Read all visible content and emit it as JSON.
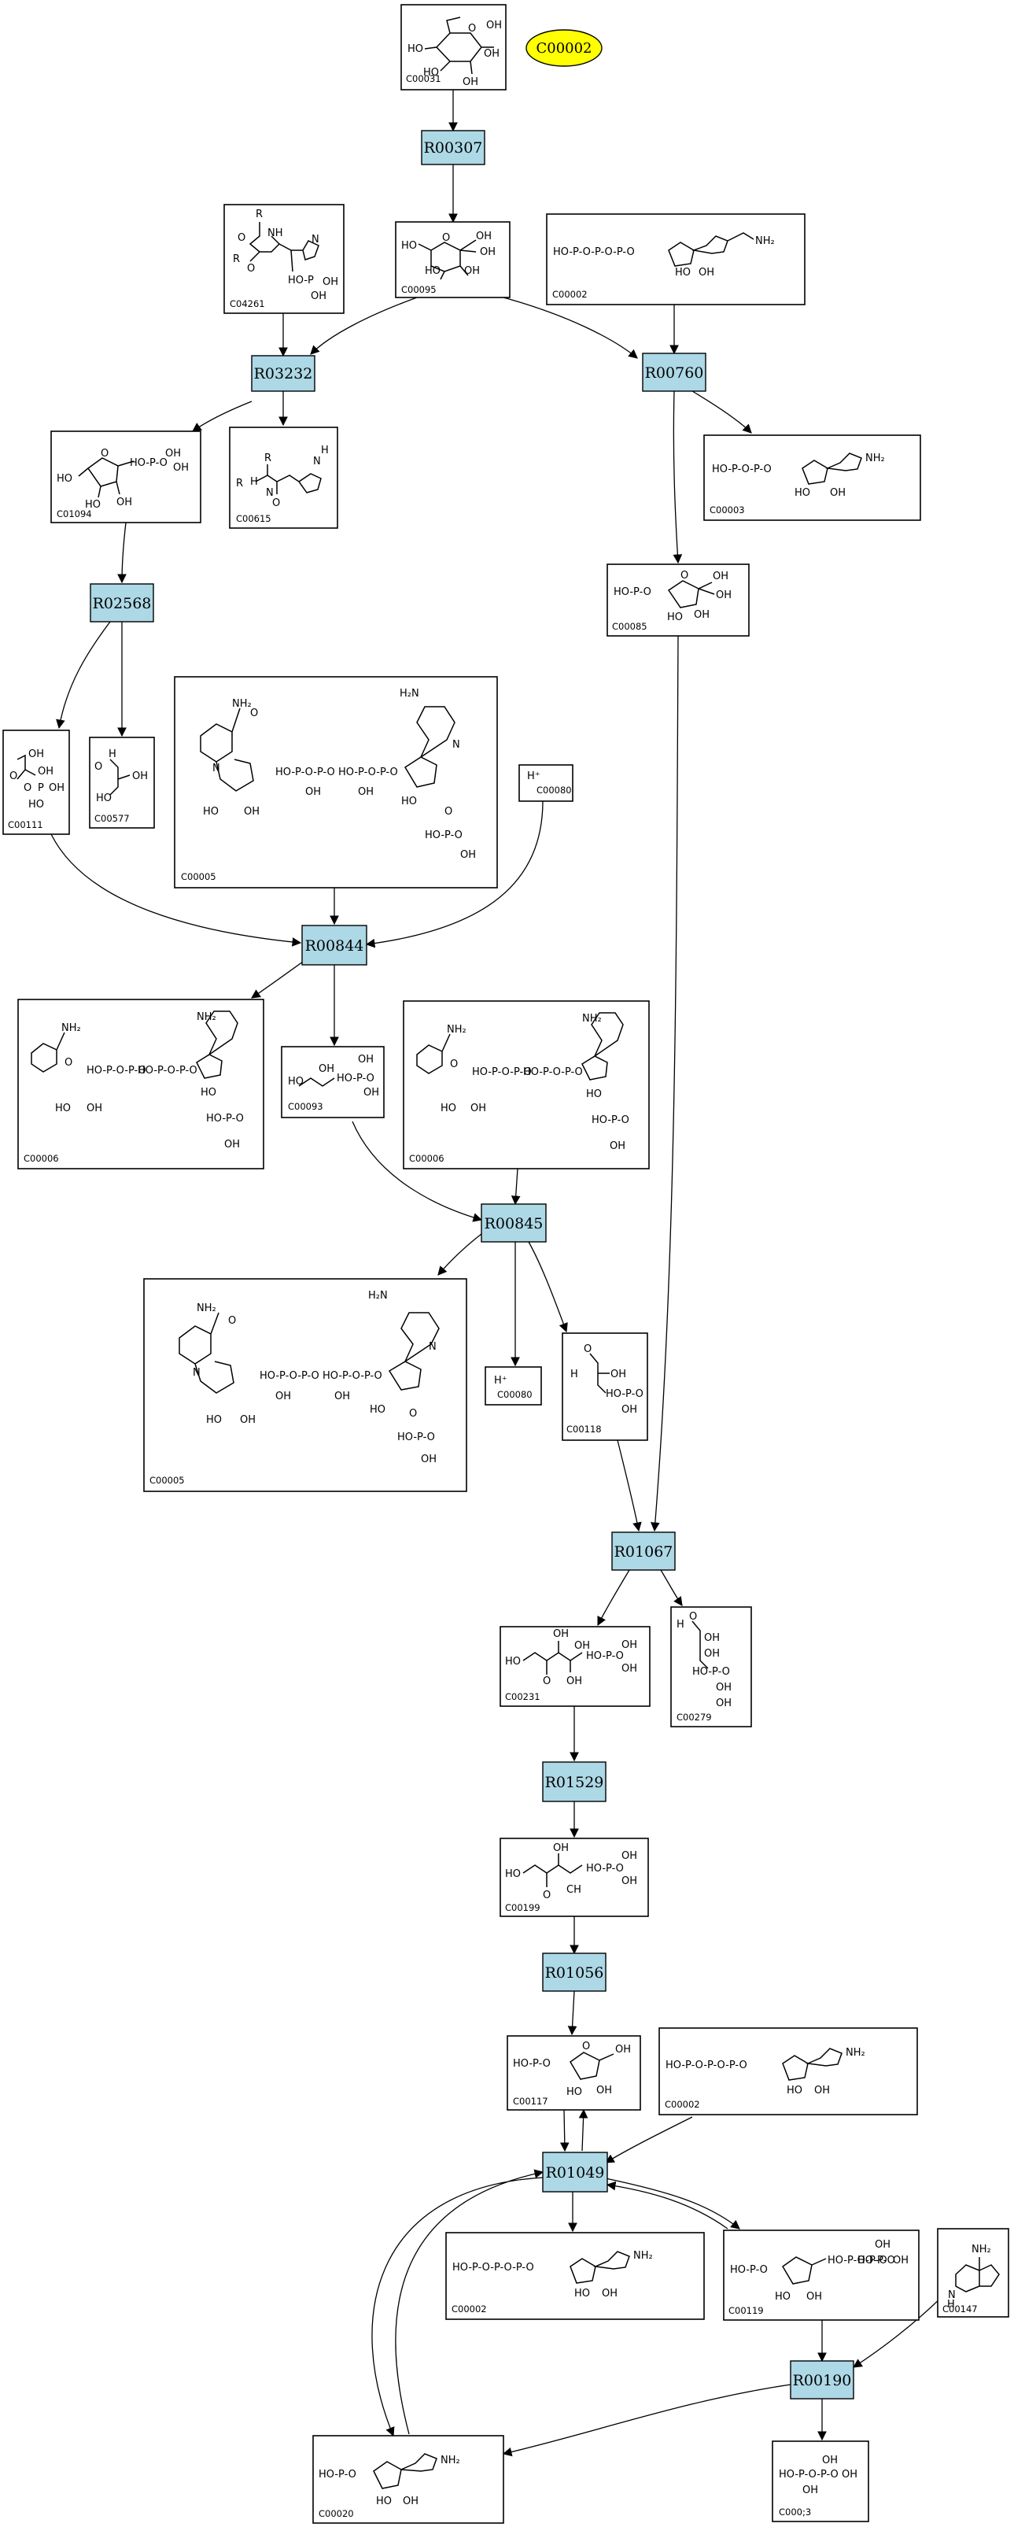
{
  "highlight_compound": "C00002",
  "colors": {
    "reaction_fill": "#add8e6",
    "highlight_fill": "#ffff00",
    "line": "#000000"
  },
  "reactions": [
    "R00307",
    "R03232",
    "R00760",
    "R02568",
    "R00844",
    "R00845",
    "R01067",
    "R01529",
    "R01056",
    "R01049",
    "R00190"
  ],
  "compounds": {
    "c00031": "C00031",
    "c00095": "C00095",
    "c04261": "C04261",
    "c00002_top": "C00002",
    "c01094": "C01094",
    "c00615": "C00615",
    "c00003": "C00003",
    "c00085": "C00085",
    "c00111": "C00111",
    "c00577": "C00577",
    "c00005_a": "C00005",
    "c00080_a": "C00080",
    "c00006_a": "C00006",
    "c00093": "C00093",
    "c00006_b": "C00006",
    "c00005_b": "C00005",
    "c00080_b": "C00080",
    "c00118": "C00118",
    "c00231": "C00231",
    "c00279": "C00279",
    "c00199": "C00199",
    "c00117": "C00117",
    "c00002_mid": "C00002",
    "c00002_low": "C00002",
    "c00119": "C00119",
    "c00147": "C00147",
    "c00020": "C00020",
    "c00013": "C000;3"
  },
  "atoms": {
    "oh": "OH",
    "ho": "HO",
    "o": "O",
    "p": "P",
    "n": "N",
    "h": "H",
    "r": "R",
    "nh": "NH",
    "nh2": "NH₂",
    "h2n": "H₂N",
    "hplus": "H⁺",
    "ch": "CH",
    "hop": "HO-P",
    "phosphate_chain_3": "HO-P-O-P-O-P-O",
    "phosphate_chain_2": "HO-P-O-P-O",
    "phosphate_chain_1": "HO-P-O"
  }
}
